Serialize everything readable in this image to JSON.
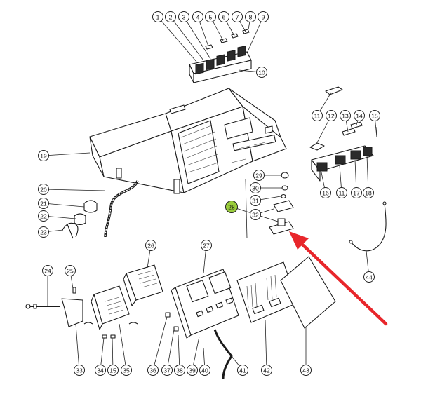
{
  "diagram": {
    "callouts": [
      {
        "id": "c1",
        "label": "1",
        "highlight": false
      },
      {
        "id": "c2",
        "label": "2",
        "highlight": false
      },
      {
        "id": "c3",
        "label": "3",
        "highlight": false
      },
      {
        "id": "c4",
        "label": "4",
        "highlight": false
      },
      {
        "id": "c5",
        "label": "5",
        "highlight": false
      },
      {
        "id": "c6",
        "label": "6",
        "highlight": false
      },
      {
        "id": "c7",
        "label": "7",
        "highlight": false
      },
      {
        "id": "c8",
        "label": "8",
        "highlight": false
      },
      {
        "id": "c9",
        "label": "9",
        "highlight": false
      },
      {
        "id": "c10",
        "label": "10",
        "highlight": false
      },
      {
        "id": "c11a",
        "label": "11",
        "highlight": false
      },
      {
        "id": "c12",
        "label": "12",
        "highlight": false
      },
      {
        "id": "c13",
        "label": "13",
        "highlight": false
      },
      {
        "id": "c14",
        "label": "14",
        "highlight": false
      },
      {
        "id": "c15a",
        "label": "15",
        "highlight": false
      },
      {
        "id": "c16",
        "label": "16",
        "highlight": false
      },
      {
        "id": "c11b",
        "label": "11",
        "highlight": false
      },
      {
        "id": "c17",
        "label": "17",
        "highlight": false
      },
      {
        "id": "c18",
        "label": "18",
        "highlight": false
      },
      {
        "id": "c19",
        "label": "19",
        "highlight": false
      },
      {
        "id": "c20",
        "label": "20",
        "highlight": false
      },
      {
        "id": "c21",
        "label": "21",
        "highlight": false
      },
      {
        "id": "c22",
        "label": "22",
        "highlight": false
      },
      {
        "id": "c23",
        "label": "23",
        "highlight": false
      },
      {
        "id": "c28",
        "label": "28",
        "highlight": true
      },
      {
        "id": "c29",
        "label": "29",
        "highlight": false
      },
      {
        "id": "c30",
        "label": "30",
        "highlight": false
      },
      {
        "id": "c31",
        "label": "31",
        "highlight": false
      },
      {
        "id": "c32",
        "label": "32",
        "highlight": false
      },
      {
        "id": "c44",
        "label": "44",
        "highlight": false
      },
      {
        "id": "c24",
        "label": "24",
        "highlight": false
      },
      {
        "id": "c25",
        "label": "25",
        "highlight": false
      },
      {
        "id": "c26",
        "label": "26",
        "highlight": false
      },
      {
        "id": "c27",
        "label": "27",
        "highlight": false
      },
      {
        "id": "c33",
        "label": "33",
        "highlight": false
      },
      {
        "id": "c34",
        "label": "34",
        "highlight": false
      },
      {
        "id": "c15b",
        "label": "15",
        "highlight": false
      },
      {
        "id": "c35",
        "label": "35",
        "highlight": false
      },
      {
        "id": "c36",
        "label": "36",
        "highlight": false
      },
      {
        "id": "c37",
        "label": "37",
        "highlight": false
      },
      {
        "id": "c38",
        "label": "38",
        "highlight": false
      },
      {
        "id": "c39",
        "label": "39",
        "highlight": false
      },
      {
        "id": "c40",
        "label": "40",
        "highlight": false
      },
      {
        "id": "c41",
        "label": "41",
        "highlight": false
      },
      {
        "id": "c42",
        "label": "42",
        "highlight": false
      },
      {
        "id": "c43",
        "label": "43",
        "highlight": false
      }
    ],
    "colors": {
      "highlight_fill": "#9acd3c",
      "arrow": "#e8262b",
      "line": "#1a1a1a"
    }
  }
}
